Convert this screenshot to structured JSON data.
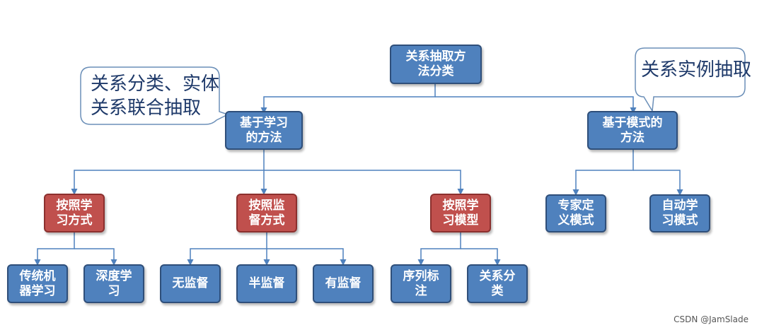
{
  "nodes": {
    "root": "关系抽取方\n法分类",
    "learning": "基于学习\n的方法",
    "pattern": "基于模式的\n方法",
    "by_style": "按照学\n习方式",
    "by_supervision": "按照监\n督方式",
    "by_model": "按照学\n习模型",
    "traditional_ml": "传统机\n器学习",
    "deep_learning": "深度学\n习",
    "unsupervised": "无监督",
    "semi_supervised": "半监督",
    "supervised": "有监督",
    "sequence_labeling": "序列标\n注",
    "relation_classification": "关系分\n类",
    "expert_pattern": "专家定\n义模式",
    "auto_pattern": "自动学\n习模式"
  },
  "callouts": {
    "left": "关系分类、实体\n关系联合抽取",
    "right": "关系实例抽取"
  },
  "watermark": "CSDN @JamSlade",
  "colors": {
    "blue_fill": "#4f81bd",
    "red_fill": "#c0504d",
    "connector": "#4f81bd",
    "callout_text": "#1f3a6a"
  }
}
